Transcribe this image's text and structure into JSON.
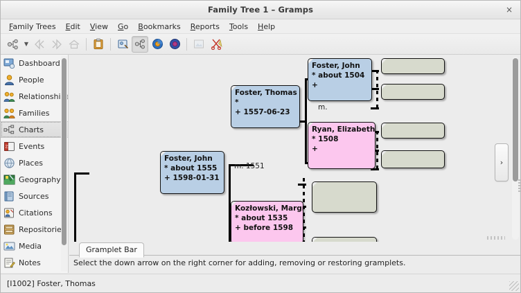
{
  "window": {
    "title": "Family Tree 1 – Gramps",
    "close_label": "×"
  },
  "menubar": {
    "items": [
      {
        "mnemonic": "F",
        "rest": "amily Trees"
      },
      {
        "mnemonic": "E",
        "rest": "dit"
      },
      {
        "mnemonic": "V",
        "rest": "iew"
      },
      {
        "mnemonic": "G",
        "rest": "o"
      },
      {
        "mnemonic": "B",
        "rest": "ookmarks"
      },
      {
        "mnemonic": "R",
        "rest": "eports"
      },
      {
        "mnemonic": "T",
        "rest": "ools"
      },
      {
        "mnemonic": "H",
        "rest": "elp"
      }
    ]
  },
  "toolbar": {
    "buttons": [
      {
        "name": "person-tree-icon",
        "title": "Configure the active view"
      },
      {
        "name": "chevron-down-icon",
        "title": "More"
      },
      {
        "name": "back-arrow-icon",
        "title": "Go back"
      },
      {
        "name": "forward-arrow-icon",
        "title": "Go forward"
      },
      {
        "name": "home-icon",
        "title": "Home"
      },
      {
        "name": "clipboard-icon",
        "title": "Clipboard"
      },
      {
        "name": "edit-person-icon",
        "title": "Edit the active person"
      },
      {
        "name": "chart-view-icon",
        "title": "Charts view"
      },
      {
        "name": "add-parents-icon",
        "title": "Add parents"
      },
      {
        "name": "add-partner-icon",
        "title": "Add partner"
      },
      {
        "name": "media-icon",
        "title": "Media"
      },
      {
        "name": "cut-icon",
        "title": "Cut"
      }
    ]
  },
  "sidebar": {
    "items": [
      {
        "label": "Dashboard",
        "icon": "dashboard-icon",
        "selected": false
      },
      {
        "label": "People",
        "icon": "people-icon",
        "selected": false
      },
      {
        "label": "Relationships",
        "icon": "relationships-icon",
        "selected": false
      },
      {
        "label": "Families",
        "icon": "families-icon",
        "selected": false
      },
      {
        "label": "Charts",
        "icon": "charts-icon",
        "selected": true
      },
      {
        "label": "Events",
        "icon": "events-icon",
        "selected": false
      },
      {
        "label": "Places",
        "icon": "places-icon",
        "selected": false
      },
      {
        "label": "Geography",
        "icon": "geography-icon",
        "selected": false
      },
      {
        "label": "Sources",
        "icon": "sources-icon",
        "selected": false
      },
      {
        "label": "Citations",
        "icon": "citations-icon",
        "selected": false
      },
      {
        "label": "Repositories",
        "icon": "repositories-icon",
        "selected": false
      },
      {
        "label": "Media",
        "icon": "media-icon",
        "selected": false
      },
      {
        "label": "Notes",
        "icon": "notes-icon",
        "selected": false
      }
    ]
  },
  "chart": {
    "type": "ancestor-fan-pedigree",
    "background": "#ececec",
    "colors": {
      "male": "#b9cfe5",
      "female": "#fcc7ee",
      "empty": "#d7dacd",
      "border": "#111111"
    },
    "persons": [
      {
        "id": "p-foster-john-1555",
        "name": "Foster, John",
        "birth": "* about 1555",
        "death": "+ 1598-01-31",
        "gender": "male",
        "generation": 1
      },
      {
        "id": "p-foster-thomas",
        "name": "Foster, Thomas",
        "birth": "*",
        "death": "+ 1557-06-23",
        "gender": "male",
        "generation": 2
      },
      {
        "id": "p-kozlowski-margret",
        "name": "Kozłowski, Margret",
        "birth": "* about 1535",
        "death": "+ before 1598",
        "gender": "female",
        "generation": 2
      },
      {
        "id": "p-foster-john-1504",
        "name": "Foster, John",
        "birth": "* about 1504",
        "death": "+",
        "gender": "male",
        "generation": 3
      },
      {
        "id": "p-ryan-elizabeth",
        "name": "Ryan, Elizabeth",
        "birth": "* 1508",
        "death": "+",
        "gender": "female",
        "generation": 3
      }
    ],
    "empty_boxes": 6,
    "marriage_labels": [
      {
        "id": "m-1551",
        "text": "m. 1551"
      },
      {
        "id": "m-blank",
        "text": "m."
      }
    ],
    "next_generation_button": "›"
  },
  "gramplet": {
    "tab_label": "Gramplet Bar",
    "message": "Select the down arrow on the right corner for adding, removing or restoring gramplets."
  },
  "statusbar": {
    "text": "[I1002] Foster, Thomas"
  }
}
